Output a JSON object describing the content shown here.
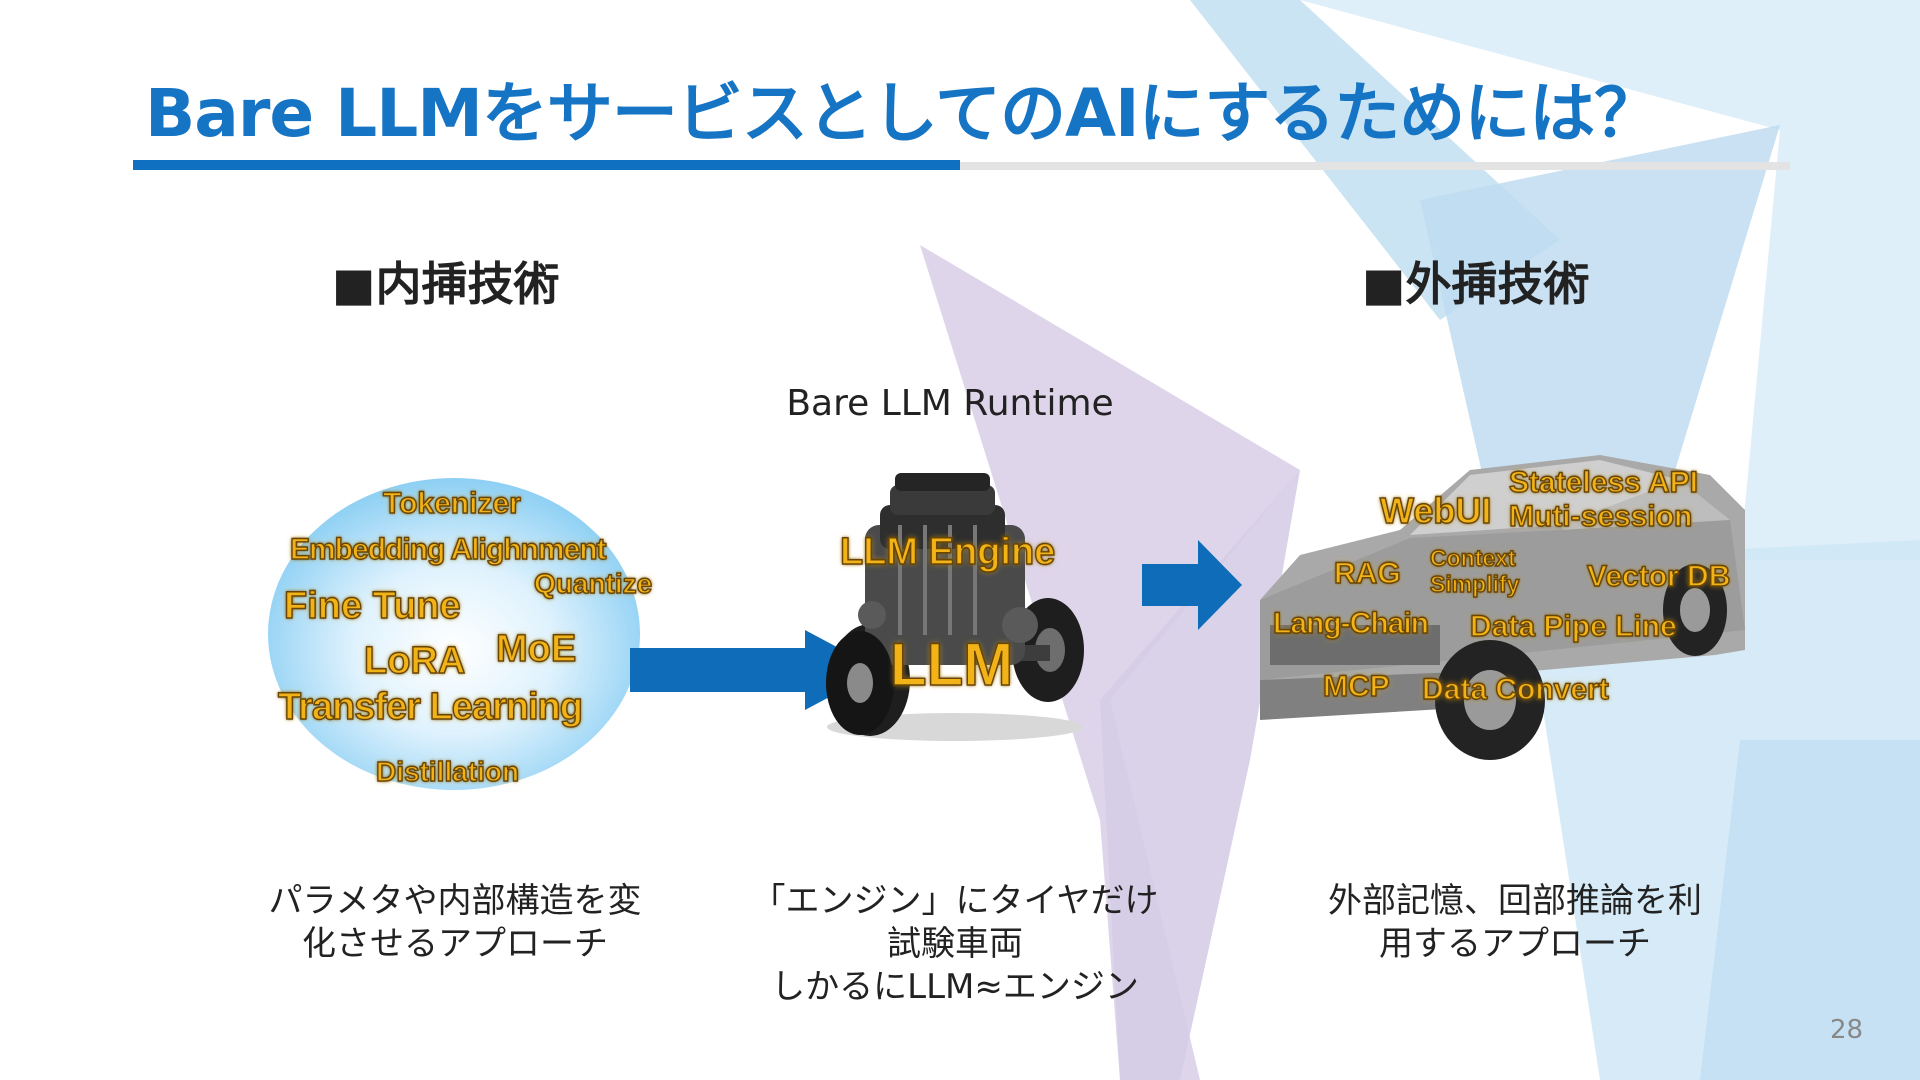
{
  "slide": {
    "title": "Bare LLMをサービスとしてのAIにするためには？",
    "page_number": "28"
  },
  "left": {
    "heading": "■内挿技術",
    "terms": [
      "Tokenizer",
      "Embedding Alighnment",
      "Quantize",
      "Fine Tune",
      "LoRA",
      "MoE",
      "Transfer Learning",
      "Distillation"
    ],
    "caption_line1": "パラメタや内部構造を変",
    "caption_line2": "化させるアプローチ"
  },
  "center": {
    "runtime_label": "Bare LLM Runtime",
    "engine_label": "LLM Engine",
    "llm_label": "LLM",
    "caption_line1": "「エンジン」にタイヤだけ",
    "caption_line2": "試験車両",
    "caption_line3": "しかるにLLM≈エンジン"
  },
  "right": {
    "heading": "■外挿技術",
    "terms": [
      "Stateless API",
      "WebUI",
      "Muti-session",
      "Context",
      "Simplify",
      "RAG",
      "Vector DB",
      "Lang-Chain",
      "Data Pipe Line",
      "MCP",
      "Data Convert"
    ],
    "caption_line1": "外部記憶、回部推論を利",
    "caption_line2": "用するアプローチ"
  },
  "colors": {
    "title_blue": "#1574c4",
    "arrow_blue": "#0f6cb8",
    "term_gold": "#f2b318"
  }
}
